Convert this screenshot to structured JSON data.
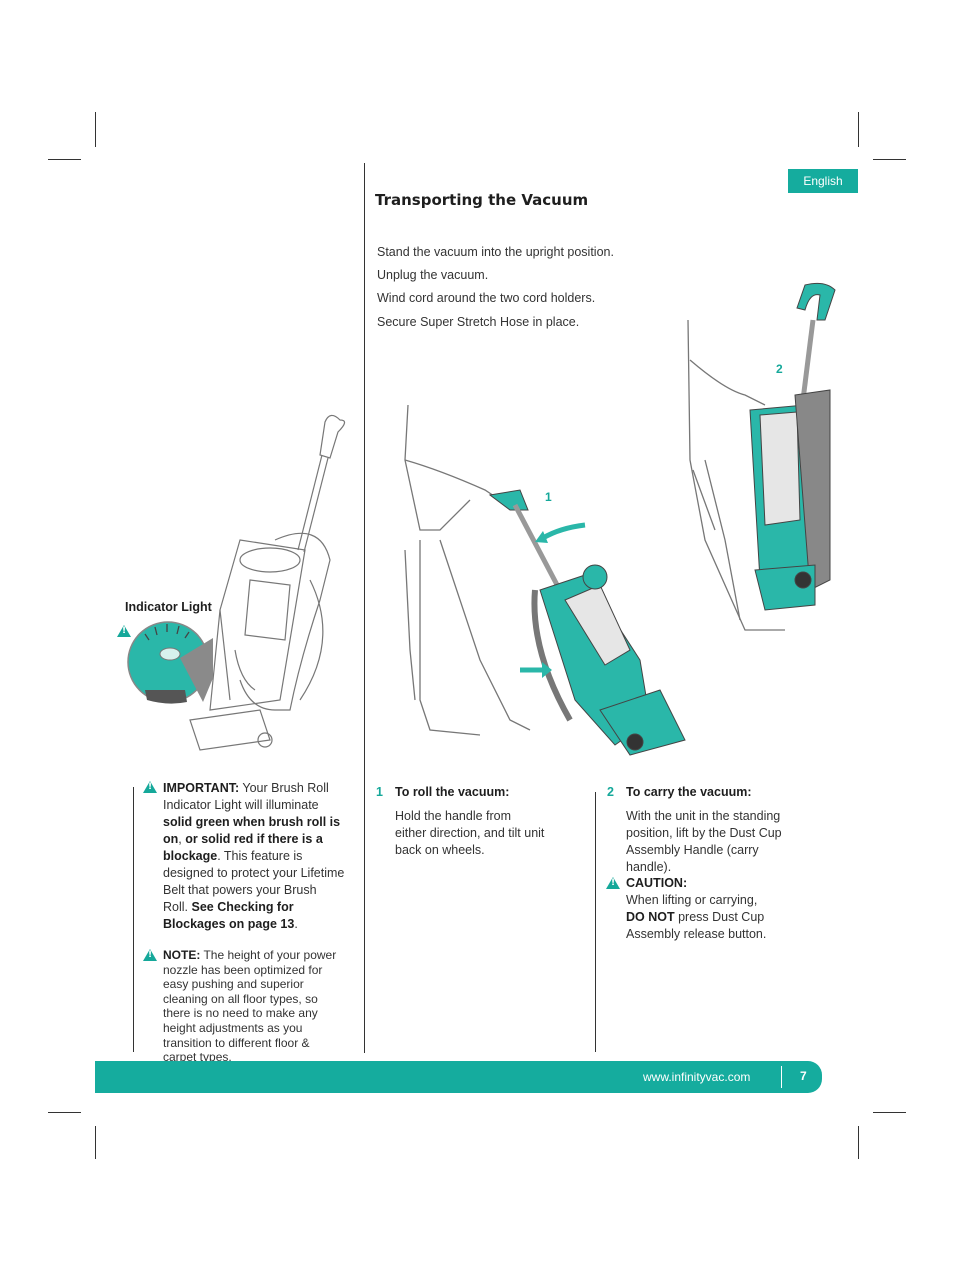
{
  "header": {
    "language_tab": "English",
    "title": "Transporting the Vacuum"
  },
  "intro_steps": [
    "Stand the vacuum into the upright position.",
    "Unplug the vacuum.",
    "Wind cord around the two cord holders.",
    "Secure Super Stretch Hose in place."
  ],
  "figures": {
    "indicator_label": "Indicator Light",
    "callout_1": "1",
    "callout_2": "2"
  },
  "left_notes": {
    "important": {
      "label": "IMPORTANT:",
      "t1": " Your Brush Roll Indicator Light will illuminate ",
      "b1": "solid green when brush roll is on",
      "t2": ", ",
      "b2": "or solid red if there is a blockage",
      "t3": ". This feature is designed to protect your Lifetime Belt that powers your Brush Roll. ",
      "b3": "See Checking for Blockages on page 13",
      "t4": "."
    },
    "note": {
      "label": "NOTE:",
      "text": " The height of your power nozzle has been optimized for easy pushing and superior cleaning on all floor types, so there is no need to make any height adjustments as you transition to different floor & carpet types."
    }
  },
  "step1": {
    "number": "1",
    "heading": "To roll the vacuum:",
    "text": "Hold the handle from either direction, and tilt unit back on wheels."
  },
  "step2": {
    "number": "2",
    "heading": "To carry the vacuum:",
    "text": "With the unit in the standing position, lift by the Dust Cup Assembly Handle (carry handle).",
    "caution_label": "CAUTION:",
    "caution_t1": "When lifting or carrying,",
    "caution_bold": "DO NOT",
    "caution_t2": " press Dust Cup Assembly release button."
  },
  "footer": {
    "url": "www.infinityvac.com",
    "page_number": "7"
  },
  "colors": {
    "accent": "#15ac9e",
    "text": "#2b2b2b"
  }
}
